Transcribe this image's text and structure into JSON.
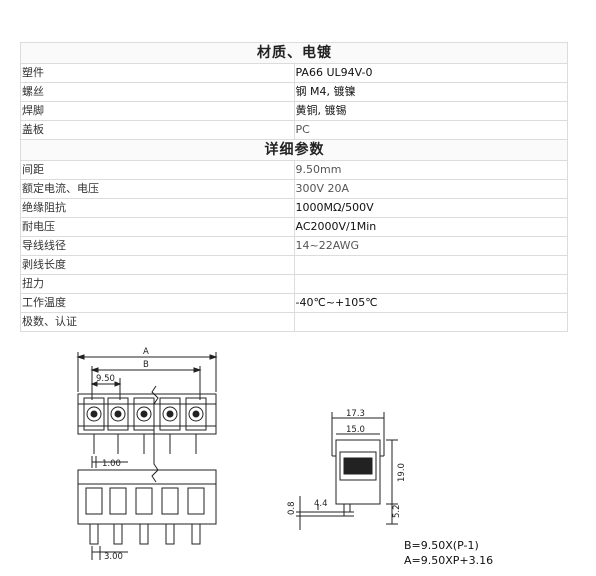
{
  "section1": {
    "title": "材质、电镀"
  },
  "materials": [
    {
      "key": "塑件",
      "value": "PA66 UL94V-0"
    },
    {
      "key": "螺丝",
      "value": "钢 M4, 镀镍"
    },
    {
      "key": "焊脚",
      "value": "黄铜, 镀锡"
    },
    {
      "key": "盖板",
      "value": "PC"
    }
  ],
  "section2": {
    "title": "详细参数"
  },
  "params": [
    {
      "key": "间距",
      "value": "9.50mm"
    },
    {
      "key": "额定电流、电压",
      "value": "300V  20A"
    },
    {
      "key": "绝缘阻抗",
      "value": "1000MΩ/500V"
    },
    {
      "key": "耐电压",
      "value": "AC2000V/1Min"
    },
    {
      "key": "导线线径",
      "value": "14~22AWG"
    },
    {
      "key": "剥线长度",
      "value": ""
    },
    {
      "key": "扭力",
      "value": ""
    },
    {
      "key": "工作温度",
      "value": "-40℃~+105℃"
    },
    {
      "key": "极数、认证",
      "value": ""
    }
  ],
  "drawing": {
    "dim_A": "A",
    "dim_B": "B",
    "dim_pitch": "9.50",
    "dim_pin_w": "1.00",
    "dim_pin_offset": "3.00",
    "dim_width_outer": "17.3",
    "dim_width_inner": "15.0",
    "dim_height": "19.0",
    "dim_pin_len": "5.2",
    "dim_pin_th": "0.8",
    "dim_pin_pos": "4.4",
    "formula_B": "B=9.50X(P-1)",
    "formula_A": "A=9.50XP+3.16"
  }
}
